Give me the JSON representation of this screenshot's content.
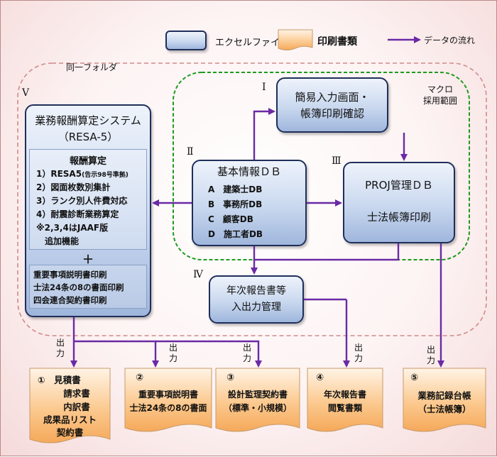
{
  "legend": {
    "excel_file": "エクセルファイル",
    "print_docs": "印刷書類",
    "data_flow": "データの流れ"
  },
  "regions": {
    "same_folder": "同一フォルダ",
    "macro_scope_line1": "マクロ",
    "macro_scope_line2": "採用範囲"
  },
  "roman": {
    "i": "Ⅰ",
    "ii": "Ⅱ",
    "iii": "Ⅲ",
    "iv": "Ⅳ",
    "v": "Ⅴ"
  },
  "resa": {
    "title_line1": "業務報酬算定システム",
    "title_line2": "（RESA-5）",
    "calc_heading": "報酬算定",
    "calc_item1": "1）RESA5",
    "calc_item1_note": "(告示98号準拠)",
    "calc_item2": "2）図面枚数別集計",
    "calc_item3": "3）ランク別人件費対応",
    "calc_item4": "4）耐震診断業務算定",
    "calc_note_line1": "※2,3,4はJAAF版",
    "calc_note_line2": "追加機能",
    "plus": "＋",
    "print_item1": "重要事項説明書印刷",
    "print_item2": "士法24条の8の書面印刷",
    "print_item3": "四会連合契約書印刷"
  },
  "simple_input": {
    "line1": "簡易入力画面・",
    "line2": "帳簿印刷確認"
  },
  "basic_db": {
    "title": "基本情報ＤＢ",
    "item_a": "A　建築士DB",
    "item_b": "B　事務所DB",
    "item_c": "C　顧客DB",
    "item_d": "D　施工者DB"
  },
  "proj_db": {
    "title": "PROJ管理ＤＢ",
    "subtitle": "士法帳簿印刷"
  },
  "annual": {
    "line1": "年次報告書等",
    "line2": "入出力管理"
  },
  "output_label": {
    "line1": "出",
    "line2": "力"
  },
  "documents": [
    {
      "line1": "①　見積書",
      "line2": "請求書",
      "line3": "内訳書",
      "line4": "成果品リスト",
      "line5": "契約書"
    },
    {
      "line1": "②",
      "line2": "重要事項説明書",
      "line3": "士法24条の8の書面"
    },
    {
      "line1": "③",
      "line2": "設計監理契約書",
      "line3": "（標準・小規模）"
    },
    {
      "line1": "④",
      "line2": "年次報告書",
      "line3": "閲覧書類"
    },
    {
      "line1": "⑤",
      "line2": "業務記録台帳",
      "line3": "（士法帳簿）"
    }
  ],
  "colors": {
    "arrow": "#6a2aa6",
    "folder_border": "#d08a8a",
    "macro_border": "#1f9a1f",
    "box_border": "#1f2f5a"
  }
}
